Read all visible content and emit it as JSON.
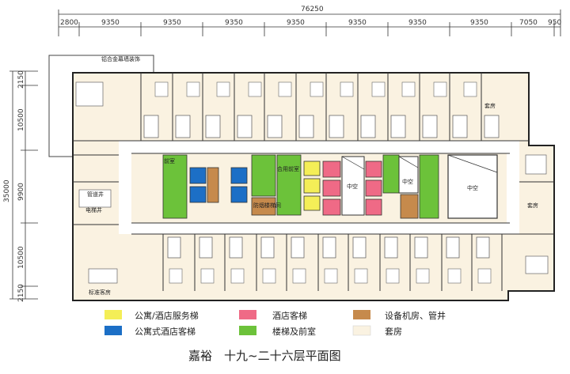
{
  "dimensions": {
    "total_width": "76250",
    "top_segments": [
      "2800",
      "9350",
      "9350",
      "9350",
      "9350",
      "9350",
      "9350",
      "9350",
      "7050",
      "950"
    ],
    "left_segments": [
      "2150",
      "10500",
      "9900",
      "10500",
      "2150"
    ],
    "left_total": "35000"
  },
  "annotations": {
    "curtain_wall": "铝合金幕墙装饰"
  },
  "rooms": {
    "atrium": "中空",
    "suite": "套房",
    "standard_room": "标准客房",
    "stair_lobby_1": "合用前室",
    "stair_lobby_2": "防烟楼梯间",
    "pipe_shaft": "管道井",
    "elevator_pit": "电梯井",
    "lobby": "前室"
  },
  "legend": [
    {
      "label": "公寓/酒店服务梯",
      "color": "#f4ee57"
    },
    {
      "label": "酒店客梯",
      "color": "#ef6a86"
    },
    {
      "label": "设备机房、管井",
      "color": "#c68a4c"
    },
    {
      "label": "公寓式酒店客梯",
      "color": "#1c6fc6"
    },
    {
      "label": "楼梯及前室",
      "color": "#6cc23a"
    },
    {
      "label": "套房",
      "color": "#faf2e1"
    }
  ],
  "title": "嘉裕　十九~二十六层平面图"
}
